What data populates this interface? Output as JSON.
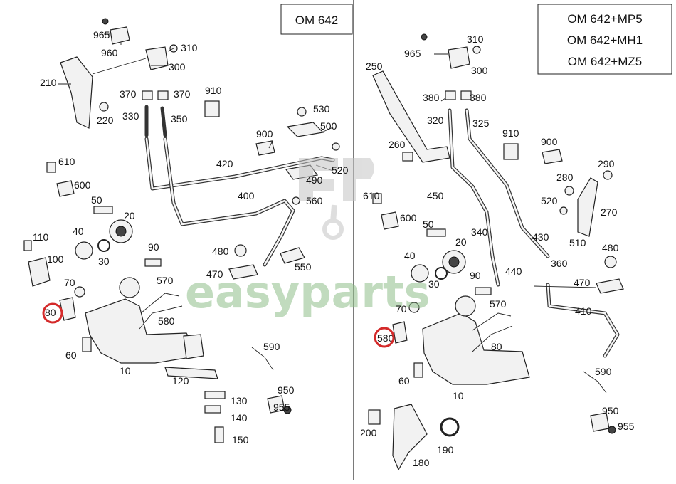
{
  "watermark": {
    "text": "easyparts",
    "color": "#8fbf8a",
    "logo_color": "#b8b8b8"
  },
  "highlight_color": "#d42a2a",
  "left_panel": {
    "variants": [
      "OM 642"
    ],
    "labels": [
      "965",
      "960",
      "310",
      "300",
      "210",
      "220",
      "370",
      "370",
      "330",
      "350",
      "910",
      "530",
      "500",
      "900",
      "420",
      "520",
      "490",
      "560",
      "610",
      "600",
      "50",
      "20",
      "40",
      "400",
      "110",
      "100",
      "30",
      "90",
      "480",
      "470",
      "550",
      "70",
      "570",
      "580",
      "80",
      "60",
      "590",
      "10",
      "120",
      "950",
      "130",
      "955",
      "140",
      "150"
    ]
  },
  "right_panel": {
    "variants": [
      "OM 642+MP5",
      "OM 642+MH1",
      "OM 642+MZ5"
    ],
    "labels": [
      "965",
      "310",
      "250",
      "300",
      "380",
      "380",
      "320",
      "325",
      "260",
      "910",
      "900",
      "290",
      "280",
      "450",
      "610",
      "520",
      "270",
      "600",
      "50",
      "340",
      "430",
      "40",
      "20",
      "510",
      "480",
      "360",
      "440",
      "90",
      "470",
      "30",
      "70",
      "410",
      "570",
      "80",
      "580",
      "60",
      "590",
      "10",
      "200",
      "950",
      "190",
      "955",
      "180"
    ]
  },
  "highlighted_part": "80"
}
